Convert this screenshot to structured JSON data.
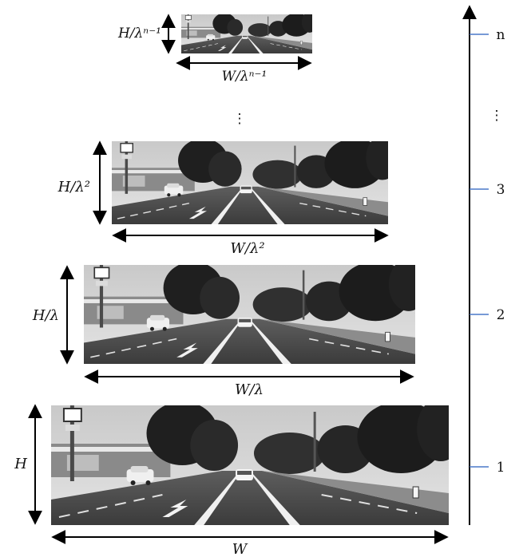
{
  "pyramid": {
    "levels": [
      {
        "index": "1",
        "width_label": "W",
        "height_label": "H",
        "scale": 1
      },
      {
        "index": "2",
        "width_label": "W/λ",
        "height_label": "H/λ",
        "scale": 0.9
      },
      {
        "index": "3",
        "width_label": "W/λ²",
        "height_label": "H/λ²",
        "scale": 0.7
      },
      {
        "index": "n",
        "width_label": "W/λⁿ⁻¹",
        "height_label": "H/λⁿ⁻¹",
        "scale": 0.33
      }
    ]
  },
  "axis": {
    "ellipsis": "⋮",
    "label_1": "1",
    "label_2": "2",
    "label_3": "3",
    "label_n": "n"
  },
  "colors": {
    "tick": "#4a78c8",
    "arrow": "#000000"
  }
}
